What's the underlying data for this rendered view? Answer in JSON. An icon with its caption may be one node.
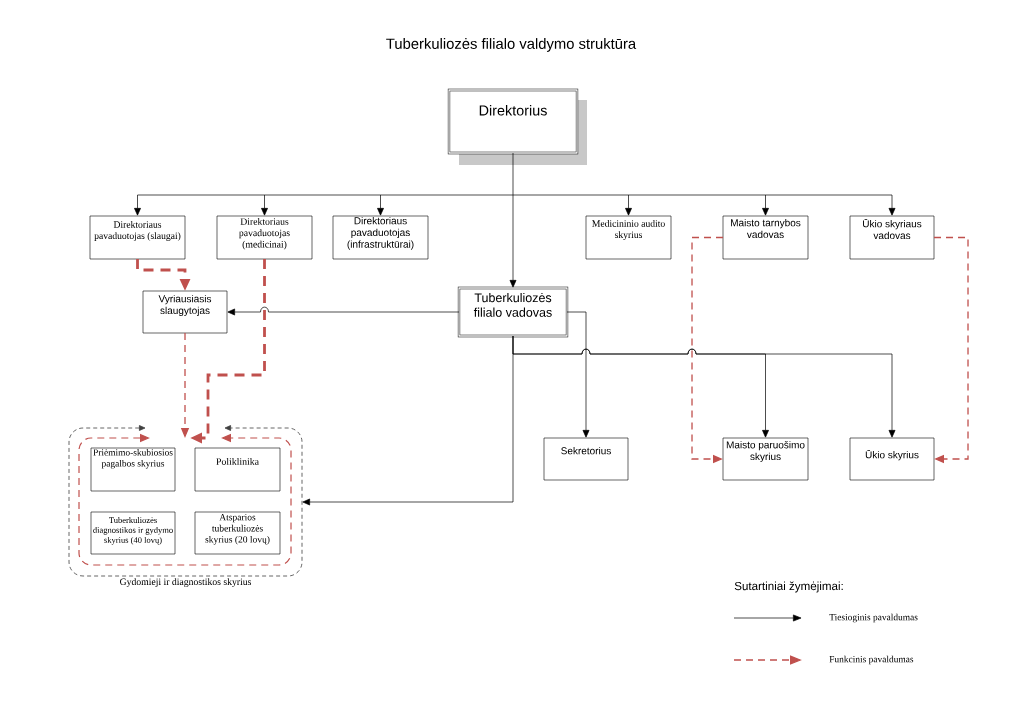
{
  "diagram": {
    "title": "Tuberkuliozės filialo valdymo struktūra",
    "nodes": [
      {
        "text": [
          "Direktorius"
        ]
      },
      {
        "text": [
          "Direktoriaus pavaduotojas (slaugai)"
        ]
      },
      {
        "text": [
          "Direktoriaus pavaduotojas (medicinai)"
        ]
      },
      {
        "text": [
          "Direktoriaus pavaduotojas (infrastruktūrai)"
        ]
      },
      {
        "text": [
          "Medicininio audito skyrius"
        ]
      },
      {
        "text": [
          "Maisto tarnybos vadovas"
        ]
      },
      {
        "text": [
          "Ūkio skyriaus vadovas"
        ]
      },
      {
        "text": [
          "Vyriausiasis slaugytojas"
        ]
      },
      {
        "text": [
          "Tuberkuliozės filialo vadovas"
        ]
      },
      {
        "text": [
          "Gydomieji ir diagnostikos skyrius"
        ]
      },
      {
        "text": [],
        "shape": "box",
        "in": 9
      },
      {
        "text": [
          "Priėmimo-skubiosios pagalbos skyrius"
        ],
        "in": 10
      },
      {
        "text": [
          "Poliklinika"
        ],
        "in": 10
      },
      {
        "text": [
          "Tuberkuliozės diagnostikos ir gydymo skyrius (40 lovų)"
        ],
        "in": 10
      },
      {
        "text": [
          "Atsparios tuberkuliozės skyrius (20 lovų)"
        ],
        "in": 10
      },
      {
        "text": [
          "Sekretorius"
        ]
      },
      {
        "text": [
          "Maisto paruošimo skyrius"
        ]
      },
      {
        "text": [
          "Ūkio skyrius"
        ]
      }
    ],
    "edges": [
      {
        "from": 0,
        "to": 1,
        "arrow": "to"
      },
      {
        "from": 0,
        "to": 2,
        "arrow": "to"
      },
      {
        "from": 0,
        "to": 3,
        "arrow": "to"
      },
      {
        "from": 0,
        "to": 4,
        "arrow": "to"
      },
      {
        "from": 0,
        "to": 5,
        "arrow": "to"
      },
      {
        "from": 0,
        "to": 6,
        "arrow": "to"
      },
      {
        "from": 0,
        "to": 8,
        "arrow": "to"
      },
      {
        "from": 8,
        "to": 7,
        "arrow": "to"
      },
      {
        "from": 8,
        "to": 15,
        "arrow": "to"
      },
      {
        "from": 8,
        "to": 16,
        "arrow": "to"
      },
      {
        "from": 8,
        "to": 17,
        "arrow": "to"
      },
      {
        "from": 8,
        "to": 9,
        "arrow": "to"
      },
      {
        "from": 1,
        "to": 7,
        "arrow": "to",
        "style": "dashed",
        "color": "#c0504d"
      },
      {
        "from": 7,
        "to": 10,
        "arrow": "to",
        "style": "dashed",
        "color": "#c0504d"
      },
      {
        "from": 2,
        "to": 10,
        "arrow": "to",
        "style": "dashed",
        "color": "#c0504d"
      },
      {
        "from": 5,
        "to": 16,
        "arrow": "to",
        "style": "dashed",
        "color": "#c0504d"
      },
      {
        "from": 6,
        "to": 17,
        "arrow": "to",
        "style": "dashed",
        "color": "#c0504d"
      }
    ],
    "labels": [
      "Sutartiniai žymėjimai:"
    ],
    "legend": [
      {
        "text": "Tiesioginis pavaldumas"
      },
      {
        "text": "Funkcinis pavaldumas"
      }
    ]
  }
}
